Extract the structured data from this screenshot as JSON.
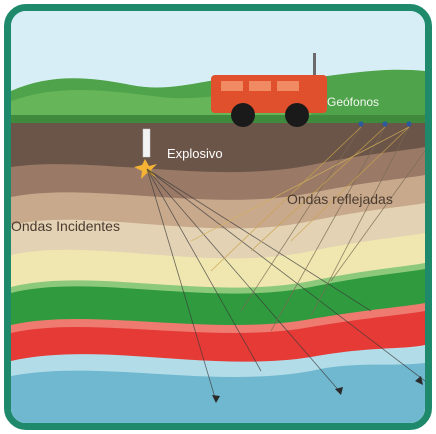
{
  "labels": {
    "geofonos": "Geófonos",
    "explosivo": "Explosivo",
    "ondas_incidentes": "Ondas Incidentes",
    "ondas_reflejadas": "Ondas reflejadas"
  },
  "colors": {
    "frame": "#1f8a6b",
    "sky": "#d8eef6",
    "hills": "#4fa34a",
    "topsoil": "#6b5548",
    "truck": "#e0502c",
    "red_layer": "#e53a35",
    "green_layer": "#2f9a3e",
    "water_layer": "#6fb8cf"
  },
  "icons": [
    "truck-icon",
    "explosion-icon",
    "geophone-icon"
  ]
}
